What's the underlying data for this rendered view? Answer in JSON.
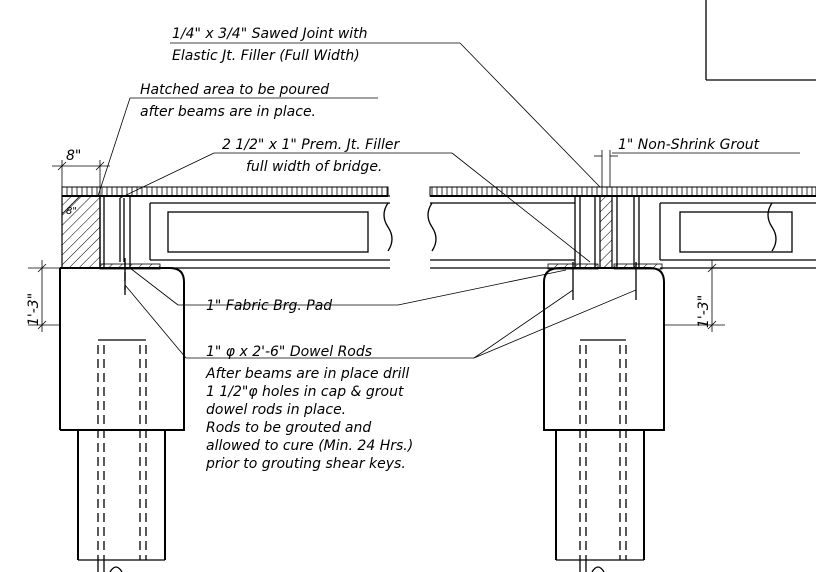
{
  "notes": {
    "sawed_joint": [
      "1/4\" x 3/4\" Sawed Joint with",
      "Elastic Jt. Filler (Full Width)"
    ],
    "hatched_area": [
      "Hatched area to be poured",
      "after beams are in place."
    ],
    "dim_8in": "8\"",
    "prem_filler": [
      "2 1/2\" x 1\" Prem. Jt. Filler",
      "full width of bridge."
    ],
    "grout": "1\" Non-Shrink Grout",
    "small_8": "8\"",
    "dim_left_1_3": "1'-3\"",
    "dim_right_1_3": "1'-3\"",
    "brg_pad": "1\" Fabric Brg. Pad",
    "dowel": "1\" φ x 2'-6\" Dowel Rods",
    "instructions": [
      "After beams are in place drill",
      "1 1/2\"φ holes in cap & grout",
      "dowel rods in place.",
      "Rods to be grouted and",
      "allowed to cure (Min. 24 Hrs.)",
      "prior to grouting shear keys."
    ]
  },
  "colors": {
    "ink": "#000000",
    "paper": "#ffffff"
  }
}
